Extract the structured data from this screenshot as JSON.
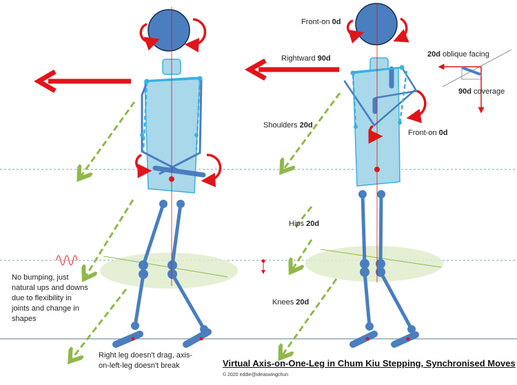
{
  "labels": {
    "front_on_head": {
      "text": "Front-on",
      "value": "0d"
    },
    "rightward": {
      "text": "Rightward",
      "value": "90d"
    },
    "oblique": {
      "value": "20d",
      "text": "oblique  facing"
    },
    "coverage": {
      "value": "90d",
      "text": "coverage"
    },
    "shoulders": {
      "text": "Shoulders",
      "value": "20d"
    },
    "front_on_torso": {
      "text": "Front-on",
      "value": "0d"
    },
    "hips": {
      "text": "Hips",
      "value": "20d"
    },
    "knees": {
      "text": "Knees",
      "value": "20d"
    }
  },
  "notes": {
    "bumping": "No bumping,  just natural ups and downs due to flexibility in joints and change in shapes",
    "right_leg": "Right leg doesn't drag, axis-on-left-leg doesn't break"
  },
  "title": "Virtual Axis-on-One-Leg in Chum Kiu Stepping, Synchronised Moves",
  "copyright": "© 2020 eddie@ideaswingchun",
  "colors": {
    "body": "#4a7ebf",
    "torso": "#a8d8ea",
    "accent": "#e0151b",
    "guide": "#8fb84a"
  }
}
